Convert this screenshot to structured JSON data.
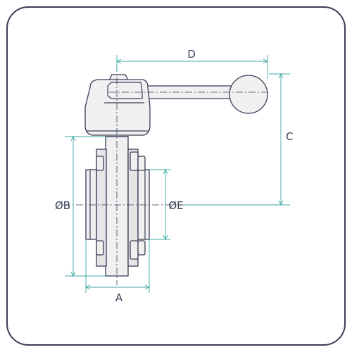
{
  "labels": {
    "d": "D",
    "c": "C",
    "b": "ØB",
    "e": "ØE",
    "a": "A"
  },
  "colors": {
    "frame": "#3a3f58",
    "outline": "#3a3f58",
    "dimension": "#3fa9a3",
    "fill": "#f0f0f0",
    "background": "#ffffff"
  }
}
